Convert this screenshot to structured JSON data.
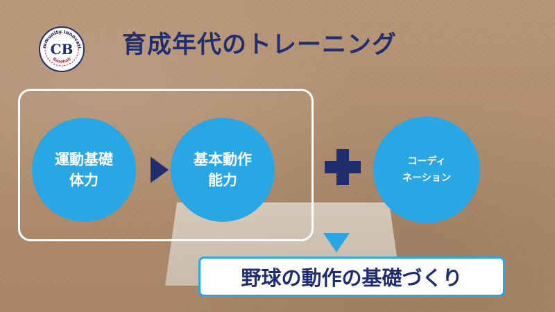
{
  "logo": {
    "text_top": "Community Innovation",
    "letters": "CB",
    "text_bottom": "Baseball"
  },
  "title": "育成年代のトレーニング",
  "steps": [
    {
      "line1": "運動基礎",
      "line2": "体力"
    },
    {
      "line1": "基本動作",
      "line2": "能力"
    }
  ],
  "extra": {
    "line1": "コーディ",
    "line2": "ネーション"
  },
  "result": "野球の動作の基礎づくり",
  "colors": {
    "navy": "#1f2e6e",
    "accent_blue": "#29a6e4",
    "logo_red": "#d2283c"
  },
  "icons": [
    "baseball-logo",
    "arrow-right-icon",
    "plus-icon",
    "arrow-down-icon"
  ]
}
